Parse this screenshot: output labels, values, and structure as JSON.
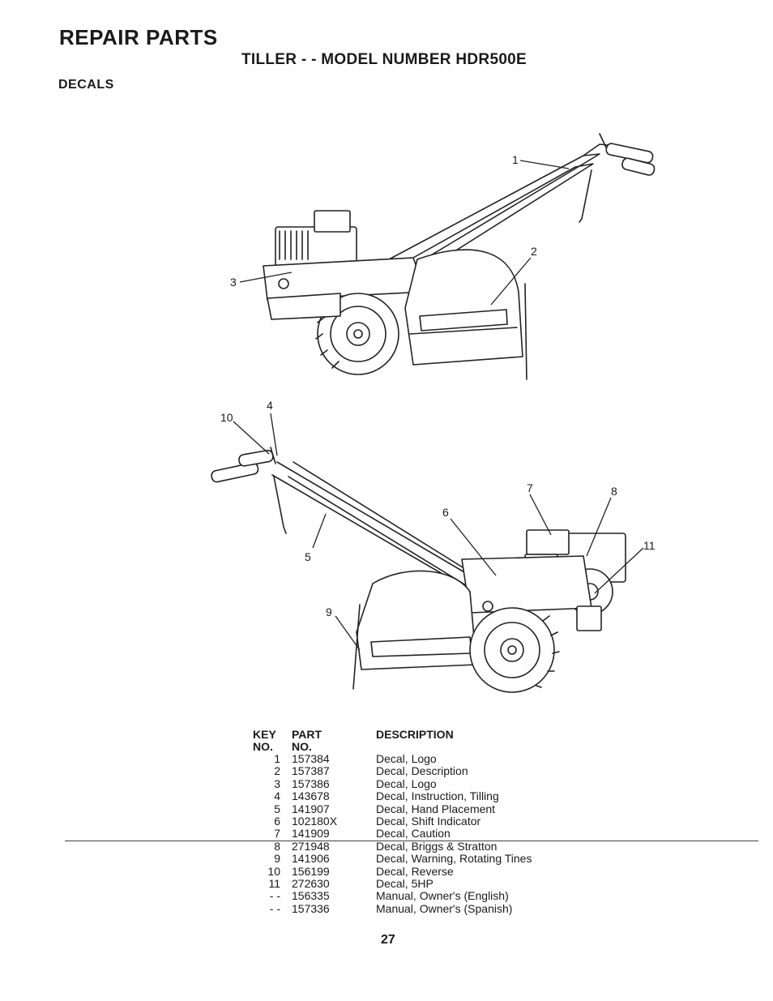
{
  "header": {
    "title": "REPAIR PARTS",
    "subtitle": "TILLER - - MODEL NUMBER HDR500E",
    "section": "DECALS"
  },
  "diagram_top": {
    "callouts": [
      "1",
      "2",
      "3"
    ]
  },
  "diagram_bottom": {
    "callouts": [
      "4",
      "10",
      "7",
      "8",
      "6",
      "11",
      "5",
      "9"
    ]
  },
  "parts_table": {
    "headers": {
      "key_line1": "KEY",
      "key_line2": "NO.",
      "part_line1": "PART",
      "part_line2": "NO.",
      "description": "DESCRIPTION"
    },
    "rows": [
      {
        "key": "1",
        "part": "157384",
        "description": "Decal, Logo"
      },
      {
        "key": "2",
        "part": "157387",
        "description": "Decal, Description"
      },
      {
        "key": "3",
        "part": "157386",
        "description": "Decal, Logo"
      },
      {
        "key": "4",
        "part": "143678",
        "description": "Decal, Instruction, Tilling"
      },
      {
        "key": "5",
        "part": "141907",
        "description": "Decal, Hand Placement"
      },
      {
        "key": "6",
        "part": "102180X",
        "description": "Decal, Shift Indicator"
      },
      {
        "key": "7",
        "part": "141909",
        "description": "Decal, Caution"
      },
      {
        "key": "8",
        "part": "271948",
        "description": "Decal, Briggs & Stratton"
      },
      {
        "key": "9",
        "part": "141906",
        "description": "Decal, Warning, Rotating Tines"
      },
      {
        "key": "10",
        "part": "156199",
        "description": "Decal, Reverse"
      },
      {
        "key": "11",
        "part": "272630",
        "description": "Decal, 5HP"
      },
      {
        "key": "- -",
        "part": "156335",
        "description": "Manual, Owner's (English)"
      },
      {
        "key": "- -",
        "part": "157336",
        "description": "Manual, Owner's (Spanish)"
      }
    ]
  },
  "footer": {
    "page_number": "27"
  }
}
